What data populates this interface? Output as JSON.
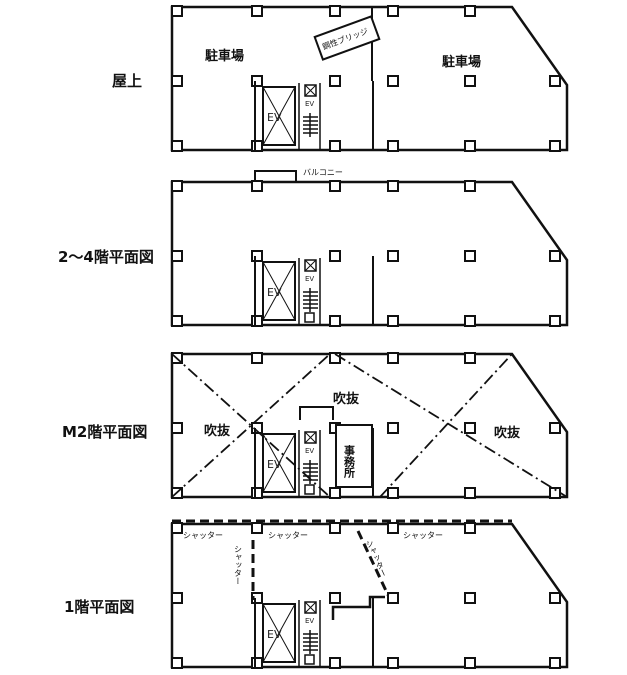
{
  "floors": {
    "roof": {
      "label": "屋上",
      "parking_left": "駐車場",
      "parking_right": "駐車場",
      "bridge": "鋼性ブリッジ"
    },
    "f2_4": {
      "label": "2〜4階平面図",
      "balcony": "バルコニー"
    },
    "m2": {
      "label": "M2階平面図",
      "void_left": "吹抜",
      "void_center": "吹抜",
      "void_right": "吹抜",
      "office": "事務所"
    },
    "f1": {
      "label": "1階平面図",
      "shutter_1": "シャッター",
      "shutter_2": "シャッター",
      "shutter_3": "シャッター",
      "shutter_v1": "シャッター",
      "shutter_v2": "シャッター"
    }
  },
  "core": {
    "elevator_large": "EV",
    "elevator_small": "EV"
  },
  "colors": {
    "line": "#111111",
    "background": "#ffffff"
  }
}
